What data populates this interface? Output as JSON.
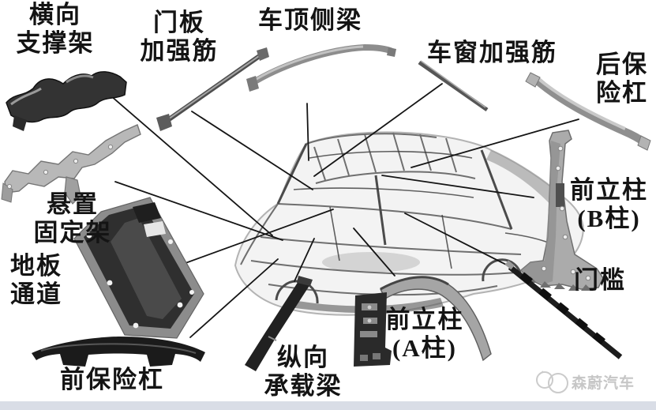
{
  "diagram": {
    "description_type": "car-body-parts-annotated-diagram",
    "background_color": "#ffffff",
    "footer_bar_color": "#d9dde6",
    "line_color": "#151515",
    "labels": {
      "transverse_support_frame": {
        "line1": "横向",
        "line2": "支撑架"
      },
      "door_panel_rib": {
        "line1": "门板",
        "line2": "加强筋"
      },
      "roof_side_beam": {
        "line1": "车顶侧梁"
      },
      "window_rib": {
        "line1": "车窗加强筋"
      },
      "rear_bumper": {
        "line1": "后保",
        "line2": "险杠"
      },
      "suspension_bracket": {
        "line1": "悬置",
        "line2": "固定架"
      },
      "floor_tunnel": {
        "line1": "地板",
        "line2": "通道"
      },
      "front_bumper": {
        "line1": "前保险杠"
      },
      "longitudinal_beam": {
        "line1": "纵向",
        "line2": "承载梁"
      },
      "a_pillar": {
        "line1": "前立柱",
        "line2": "(A柱)"
      },
      "b_pillar": {
        "line1": "前立柱",
        "line2": "(B柱)"
      },
      "door_sill": {
        "line1": "门槛"
      }
    },
    "watermark": {
      "text": "森蔚汽车",
      "logo": "double-circle-logo",
      "color": "#c6c6c6"
    }
  }
}
